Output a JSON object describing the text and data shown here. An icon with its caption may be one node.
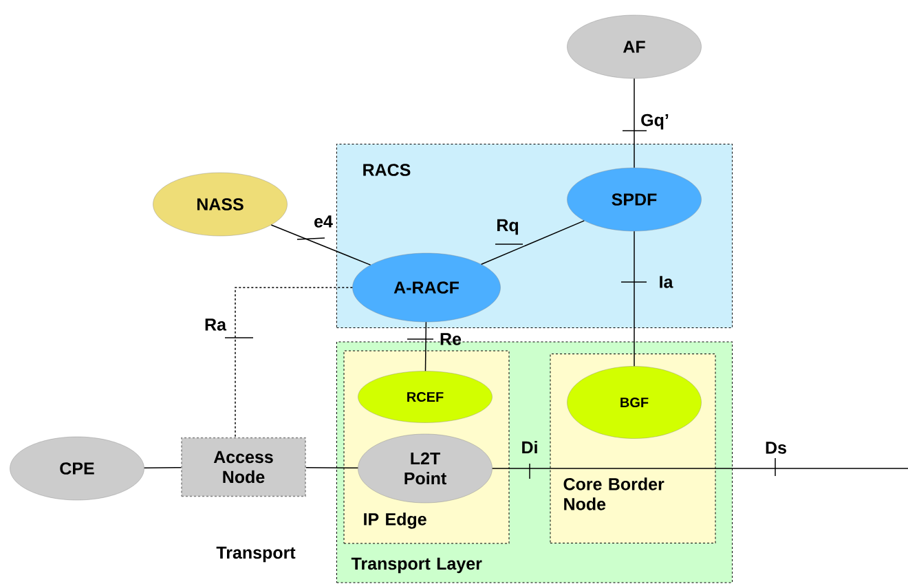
{
  "diagram": {
    "nodes": [
      {
        "text": [
          "AF"
        ]
      },
      {
        "text": [
          "RACS"
        ]
      },
      {
        "text": [
          "SPDF"
        ],
        "in": 1
      },
      {
        "text": [
          "A-RACF"
        ],
        "in": 1
      },
      {
        "text": [
          "NASS"
        ]
      },
      {
        "text": [
          "Transport Layer"
        ]
      },
      {
        "text": [
          "IP Edge"
        ],
        "in": 5
      },
      {
        "text": [
          "RCEF"
        ],
        "in": 6
      },
      {
        "text": [
          "L2T Point"
        ],
        "in": 6
      },
      {
        "text": [
          "Core Border Node"
        ],
        "in": 5
      },
      {
        "text": [
          "BGF"
        ],
        "in": 9
      },
      {
        "text": [
          "CPE"
        ]
      },
      {
        "text": [
          "Access Node"
        ]
      }
    ],
    "edges": [
      {
        "from": 0,
        "to": 2,
        "arrow": "none",
        "label": "Gq’"
      },
      {
        "from": 4,
        "to": 3,
        "arrow": "none",
        "label": "e4"
      },
      {
        "from": 3,
        "to": 2,
        "arrow": "none",
        "label": "Rq"
      },
      {
        "from": 2,
        "to": 10,
        "arrow": "none",
        "label": "Ia"
      },
      {
        "from": 3,
        "to": 7,
        "arrow": "none",
        "label": "Re"
      },
      {
        "from": 3,
        "to": 12,
        "arrow": "none",
        "label": "Ra",
        "style": "dashed"
      },
      {
        "from": 11,
        "to": 12,
        "arrow": "none"
      },
      {
        "from": 12,
        "to": 8,
        "arrow": "none"
      },
      {
        "from": 8,
        "to": null,
        "arrow": "none",
        "label": "Di"
      }
    ],
    "labels": [
      "Ds",
      "Transport"
    ]
  }
}
